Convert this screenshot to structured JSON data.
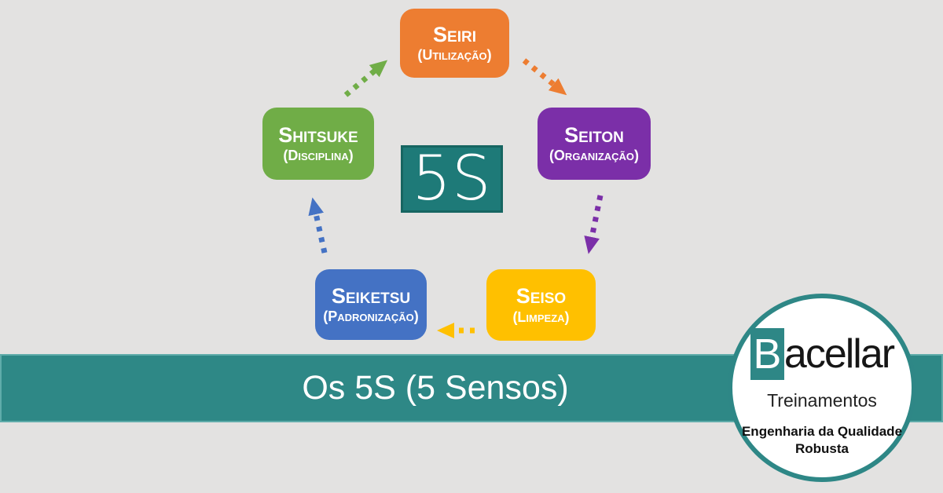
{
  "colors": {
    "background": "#E3E2E1",
    "banner": "#2E8886",
    "banner_border": "#5FACAA",
    "center_teal": "#1E7A78",
    "logo_border": "#2E8786"
  },
  "diagram": {
    "center_label": "5S",
    "nodes": [
      {
        "id": "seiri",
        "title": "Seiri",
        "subtitle": "(Utilização)",
        "color": "#ED7D31"
      },
      {
        "id": "seiton",
        "title": "Seiton",
        "subtitle": "(Organização)",
        "color": "#7B2FA8"
      },
      {
        "id": "seiso",
        "title": "Seiso",
        "subtitle": "(Limpeza)",
        "color": "#FFC000"
      },
      {
        "id": "seiketsu",
        "title": "Seiketsu",
        "subtitle": "(Padronização)",
        "color": "#4472C4"
      },
      {
        "id": "shitsuke",
        "title": "Shitsuke",
        "subtitle": "(Disciplina)",
        "color": "#70AD47"
      }
    ]
  },
  "banner": {
    "title": "Os 5S (5 Sensos)"
  },
  "logo": {
    "brand_initial": "B",
    "brand_rest": "acellar",
    "subtitle": "Treinamentos",
    "tagline_line1": "Engenharia da Qualidade",
    "tagline_line2": "Robusta"
  }
}
